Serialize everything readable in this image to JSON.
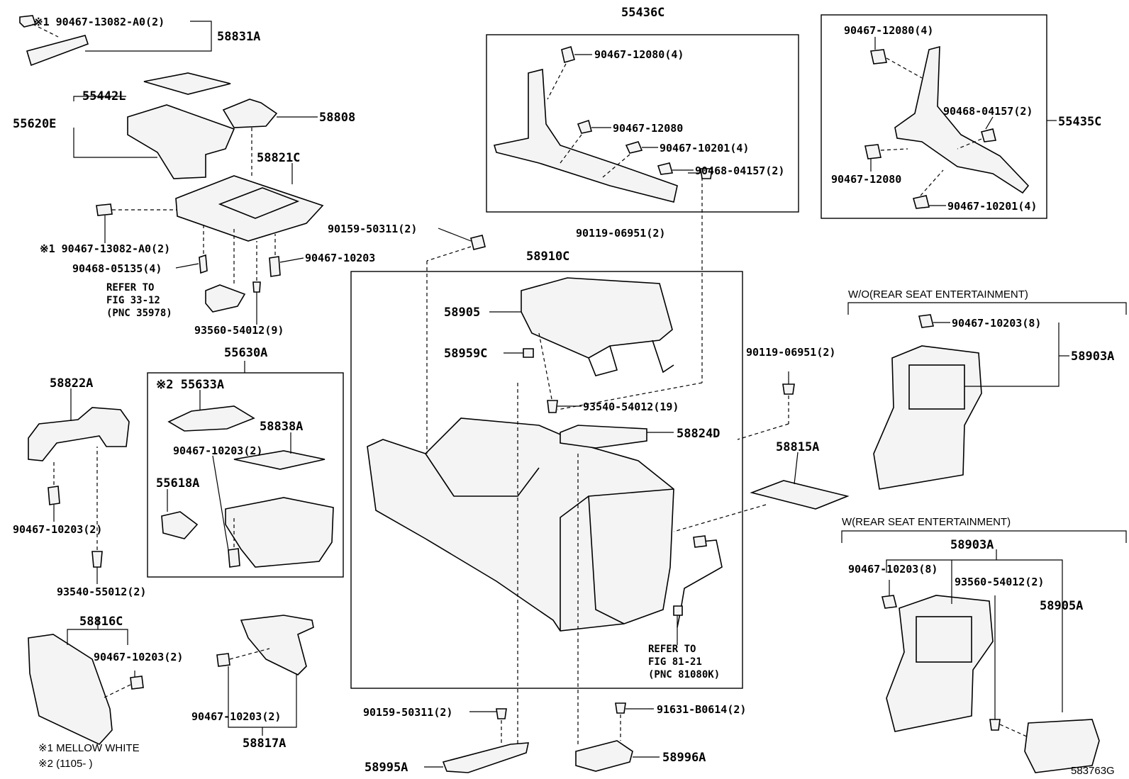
{
  "labels": {
    "p58831A": "58831A",
    "c_13082_top": "※1 90467-13082-A0(2)",
    "p55442L": "55442L",
    "p55620E": "55620E",
    "p58808": "58808",
    "p58821C": "58821C",
    "c_13082_mid": "※1 90467-13082-A0(2)",
    "c_05135": "90468-05135(4)",
    "c_10203_a": "90467-10203",
    "ref_33_1": "REFER TO",
    "ref_33_2": "FIG 33-12",
    "ref_33_3": "(PNC 35978)",
    "c_93560_9": "93560-54012(9)",
    "p55436C": "55436C",
    "c_12080_4a": "90467-12080(4)",
    "c_12080_a": "90467-12080",
    "c_10201_4a": "90467-10201(4)",
    "c_04157_2a": "90468-04157(2)",
    "c_12080_4b": "90467-12080(4)",
    "c_04157_2b": "90468-04157(2)",
    "p55435C": "55435C",
    "c_12080_b": "90467-12080",
    "c_10201_4b": "90467-10201(4)",
    "c_50311_top": "90159-50311(2)",
    "c_06951_top": "90119-06951(2)",
    "p58910C": "58910C",
    "p58905": "58905",
    "p58959C": "58959C",
    "c_93540_19": "93540-54012(19)",
    "p58824D": "58824D",
    "c_06951_mid": "90119-06951(2)",
    "p58815A": "58815A",
    "ref_81_1": "REFER TO",
    "ref_81_2": "FIG 81-21",
    "ref_81_3": "(PNC 81080K)",
    "p55630A": "55630A",
    "p55633A": "※2 55633A",
    "p58838A": "58838A",
    "c_10203_2b": "90467-10203(2)",
    "p55618A": "55618A",
    "p58822A": "58822A",
    "c_10203_2a": "90467-10203(2)",
    "c_93540_55012": "93540-55012(2)",
    "p58816C": "58816C",
    "c_10203_2c": "90467-10203(2)",
    "c_10203_2d": "90467-10203(2)",
    "p58817A": "58817A",
    "note1": "※1 MELLOW WHITE",
    "note2": "※2 (1105-    )",
    "c_50311_bot": "90159-50311(2)",
    "p58995A": "58995A",
    "c_91631": "91631-B0614(2)",
    "p58996A": "58996A",
    "wo_rse": "W/O(REAR SEAT ENTERTAINMENT)",
    "c_10203_8a": "90467-10203(8)",
    "p58903A_a": "58903A",
    "w_rse": "W(REAR SEAT ENTERTAINMENT)",
    "p58903A_b": "58903A",
    "c_10203_8b": "90467-10203(8)",
    "c_93560_2": "93560-54012(2)",
    "p58905A": "58905A",
    "diagram_id": "583763G"
  }
}
